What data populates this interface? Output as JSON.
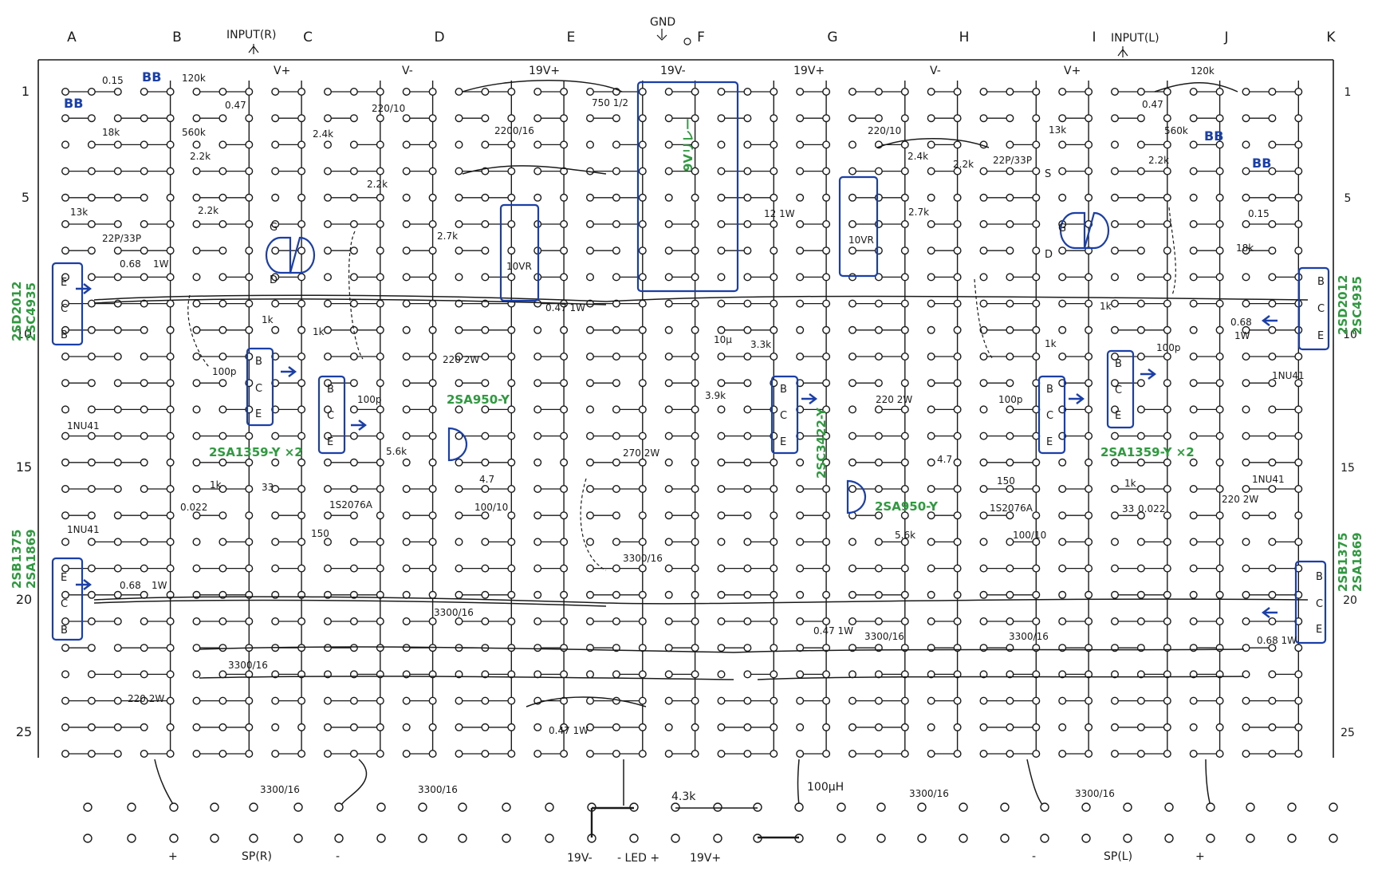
{
  "columns": [
    "A",
    "B",
    "C",
    "D",
    "E",
    "F",
    "G",
    "H",
    "I",
    "J",
    "K"
  ],
  "rows_left": [
    "1",
    "5",
    "10",
    "15",
    "20",
    "25"
  ],
  "rows_right": [
    "1",
    "5",
    "10",
    "15",
    "20",
    "25"
  ],
  "top_labels": {
    "input_r": "INPUT(R)",
    "input_l": "INPUT(L)",
    "gnd": "GND",
    "rails": [
      "V+",
      "V-",
      "19V+",
      "19V-",
      "19V+",
      "V-",
      "V+"
    ]
  },
  "bottom_labels": {
    "plus_r": "+",
    "sp_r": "SP(R)",
    "minus_r": "-",
    "v19_minus": "19V-",
    "led": "- LED +",
    "v19_plus": "19V+",
    "minus_l": "-",
    "sp_l": "SP(L)",
    "plus_l": "+",
    "res_43k": "4.3k",
    "ind_100uh": "100μH"
  },
  "transistor_labels": {
    "q_top_left": "2SD2012\n2SC4935",
    "q_bottom_left": "2SB1375\n2SA1869",
    "q_top_right": "2SD2012\n2SC4935",
    "q_bottom_right": "2SB1375\n2SA1869",
    "a1359_left": "2SA1359-Y ×2",
    "a1359_right": "2SA1359-Y ×2",
    "a950_left": "2SA950-Y",
    "a950_right": "2SA950-Y",
    "c3422": "2SC3422-Y",
    "relay": "9Vリレー"
  },
  "pin_letters": {
    "e": "E",
    "c": "C",
    "b": "B",
    "s": "S",
    "d": "D",
    "g": "G"
  },
  "bb": "BB",
  "vr": "10VR",
  "component_labels_left": [
    "0.15",
    "120k",
    "0.47",
    "560k",
    "18k",
    "13k",
    "22P/33P",
    "2.2k",
    "2.2k",
    "2.4k",
    "220/10",
    "2.2k",
    "0.68",
    "1W",
    "1k",
    "1k",
    "100p",
    "100p",
    "2.7k",
    "220 2W",
    "1NU41",
    "1k",
    "33",
    "0.022",
    "5.6k",
    "4.7",
    "1S2076A",
    "100/10",
    "150",
    "1NU41",
    "0.68",
    "1W",
    "3300/16",
    "3300/16",
    "220 2W",
    "3300/16",
    "3300/16",
    "2200/16",
    "750 1/2",
    "0.47 1W",
    "12 1W",
    "10μ",
    "3.3k",
    "3.9k",
    "270 2W",
    "3300/16",
    "0.47 1W",
    "0.47 1W"
  ],
  "component_labels_right": [
    "220/10",
    "2.4k",
    "2.2k",
    "22P/33P",
    "13k",
    "0.47",
    "120k",
    "560k",
    "2.2k",
    "2.7k",
    "0.15",
    "18k",
    "1k",
    "1k",
    "0.68",
    "1W",
    "100p",
    "100p",
    "220 2W",
    "1NU41",
    "4.7",
    "150",
    "1S2076A",
    "100/10",
    "5.6k",
    "1k",
    "33",
    "0.022",
    "220 2W",
    "1NU41",
    "0.68 1W",
    "3300/16",
    "3300/16",
    "3300/16",
    "3300/16"
  ],
  "colors": {
    "ink": "#1a1a1a",
    "blue": "#1a3fa8",
    "green": "#2e9a3e"
  }
}
